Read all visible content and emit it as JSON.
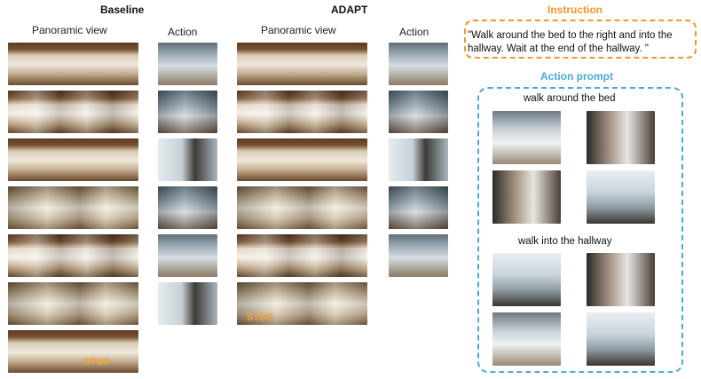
{
  "baseline": {
    "title": "Baseline",
    "pano_header": "Panoramic view",
    "action_header": "Action",
    "stop_label": "STOP"
  },
  "adapt": {
    "title": "ADAPT",
    "pano_header": "Panoramic view",
    "action_header": "Action",
    "stop_label": "STOP"
  },
  "instruction": {
    "title": "Instruction",
    "text": "\"Walk around the bed to the right and into the hallway. Wait at the end of the hallway. \""
  },
  "action_prompt": {
    "title": "Action prompt",
    "groups": [
      "walk around the bed",
      "walk into the hallway"
    ]
  },
  "colors": {
    "instruction": "#f0982a",
    "action_prompt": "#4aa9d6",
    "stop": "#f2a12a"
  }
}
